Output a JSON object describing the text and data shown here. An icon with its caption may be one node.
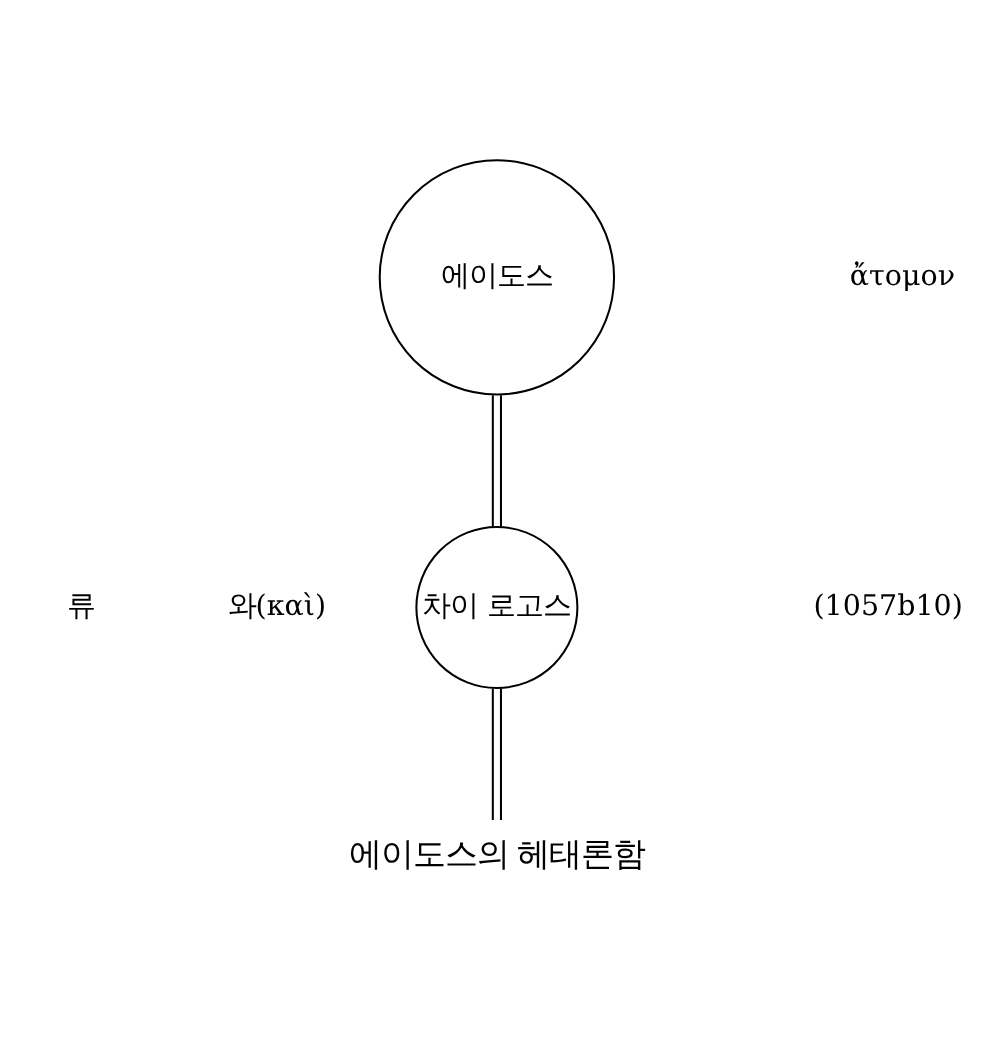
{
  "diagram": {
    "nodes": [
      {
        "text": [
          "에이도스"
        ]
      },
      {
        "text": [
          "차이 로고스"
        ]
      },
      {
        "text": [
          "에이도스의 헤태론함"
        ]
      }
    ],
    "edges": [
      {
        "from": 0,
        "to": 1,
        "arrow": "none"
      },
      {
        "from": 1,
        "to": 2,
        "arrow": "none"
      }
    ],
    "labels": [
      "ἄτομον",
      "류",
      "와(καὶ)",
      "(1057b10)"
    ]
  }
}
